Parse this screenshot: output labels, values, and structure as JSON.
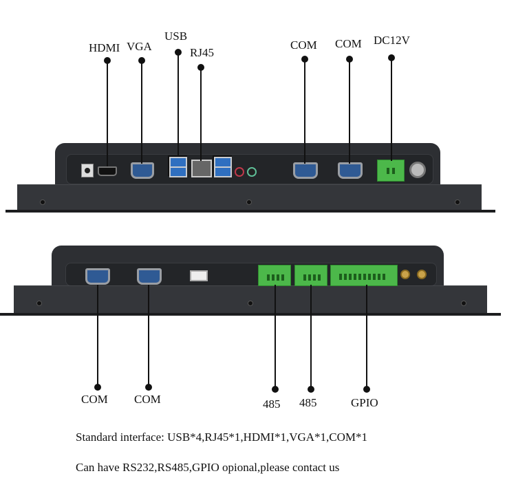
{
  "top_labels": {
    "hdmi": "HDMI",
    "vga": "VGA",
    "usb": "USB",
    "rj45": "RJ45",
    "com1": "COM",
    "com2": "COM",
    "dc": "DC12V"
  },
  "bottom_labels": {
    "com1": "COM",
    "com2": "COM",
    "rs485_1": "485",
    "rs485_2": "485",
    "gpio": "GPIO"
  },
  "notes": {
    "standard": "Standard interface: USB*4,RJ45*1,HDMI*1,VGA*1,COM*1",
    "optional": "Can have RS232,RS485,GPIO opional,please contact us"
  },
  "colors": {
    "chassis": "#2d2f33",
    "terminal": "#4cb84a",
    "port_blue": "#2f5a94"
  }
}
